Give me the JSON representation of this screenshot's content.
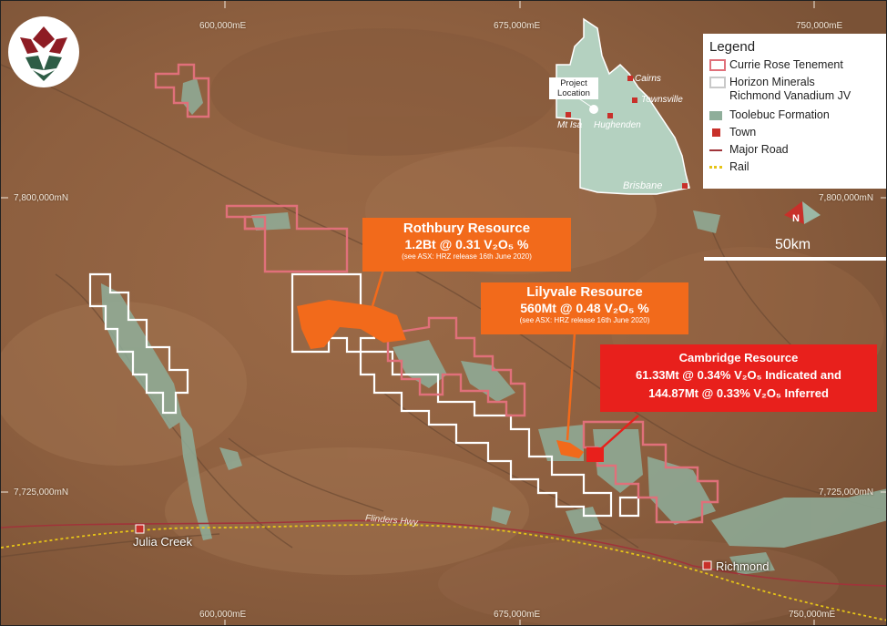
{
  "map": {
    "grid_labels": {
      "top": [
        "600,000mE",
        "675,000mE",
        "750,000mE"
      ],
      "bottom": [
        "600,000mE",
        "675,000mE",
        "750,000mE"
      ],
      "left": [
        "7,800,000mN",
        "7,725,000mN"
      ],
      "right": [
        "7,800,000mN",
        "7,725,000mN"
      ]
    },
    "towns": [
      "Julia Creek",
      "Richmond"
    ],
    "highway_label": "Flinders Hwy.",
    "scale_bar_label": "50km",
    "north_label": "N"
  },
  "callouts": {
    "rothbury": {
      "title": "Rothbury Resource",
      "grade": "1.2Bt @ 0.31 V₂O₅ %",
      "source": "(see ASX: HRZ release 16th June 2020)"
    },
    "lilyvale": {
      "title": "Lilyvale Resource",
      "grade": "560Mt @ 0.48 V₂O₅ %",
      "source": "(see ASX: HRZ release 16th June 2020)"
    },
    "cambridge": {
      "title": "Cambridge Resource",
      "line1": "61.33Mt @ 0.34% V₂O₅ Indicated and",
      "line2": "144.87Mt @ 0.33% V₂O₅ Inferred"
    }
  },
  "inset": {
    "project_location_label": "Project Location",
    "towns": [
      "Cairns",
      "Townsville",
      "Mt Isa",
      "Hughenden",
      "Brisbane"
    ]
  },
  "legend": {
    "title": "Legend",
    "items": [
      {
        "label": "Currie Rose Tenement",
        "symbol": "red-outline"
      },
      {
        "label": "Horizon Minerals Richmond Vanadium JV",
        "line1": "Horizon Minerals",
        "line2": "Richmond Vanadium JV",
        "symbol": "white-outline"
      },
      {
        "label": "Toolebuc Formation",
        "symbol": "green-fill"
      },
      {
        "label": "Town",
        "symbol": "red-square"
      },
      {
        "label": "Major Road",
        "symbol": "red-line"
      },
      {
        "label": "Rail",
        "symbol": "yellow-dash"
      }
    ]
  },
  "colors": {
    "tenement_outline": "#e0707a",
    "jv_outline": "#ffffff",
    "toolebuc": "#8fae9a",
    "town": "#c8302a",
    "road": "#a0343a",
    "rail": "#e6c418",
    "resource_orange": "#f26a1b",
    "resource_red": "#e8201c"
  }
}
